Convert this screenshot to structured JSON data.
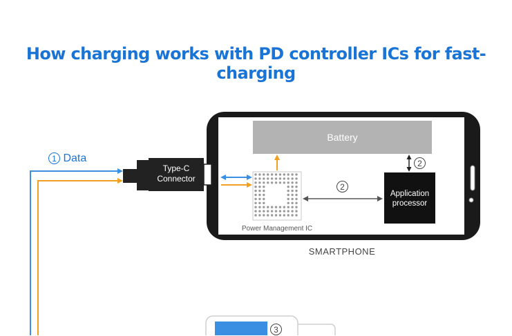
{
  "title": "How charging works with PD controller ICs for fast-charging",
  "labels": {
    "data_marker": "1",
    "data_text": "Data",
    "type_c_line1": "Type-C",
    "type_c_line2": "Connector",
    "battery": "Battery",
    "pmic": "Power Management IC",
    "ap_line1": "Application",
    "ap_line2": "processor",
    "smartphone": "SMARTPHONE",
    "marker_2": "2",
    "marker_3": "3"
  },
  "colors": {
    "title": "#1a74d6",
    "data_line": "#3a8fe3",
    "power_line": "#f0a020",
    "battery_fill": "#b3b3b3",
    "ap_fill": "#111111",
    "phone_frame": "#1a1a1a",
    "pmic_dots": "#9a9a9a",
    "charger_screen": "#3a8fe3"
  }
}
